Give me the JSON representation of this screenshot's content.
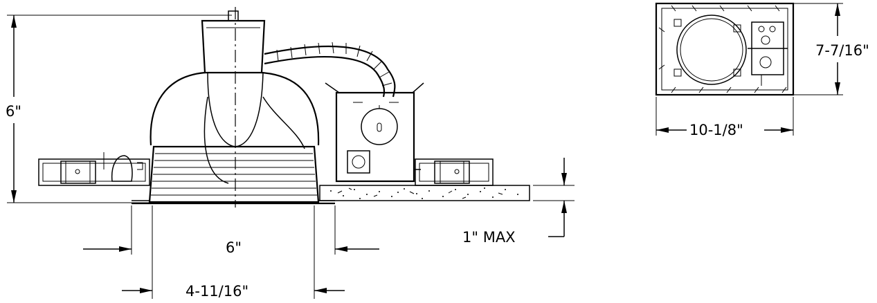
{
  "dimensions": {
    "height_label": "6\"",
    "aperture_label": "6\"",
    "trim_label": "4-11/16\"",
    "ceiling_label": "1\" MAX",
    "plan_height_label": "7-7/16\"",
    "plan_width_label": "10-1/8\""
  },
  "colors": {
    "line": "#000000",
    "background": "#ffffff"
  }
}
